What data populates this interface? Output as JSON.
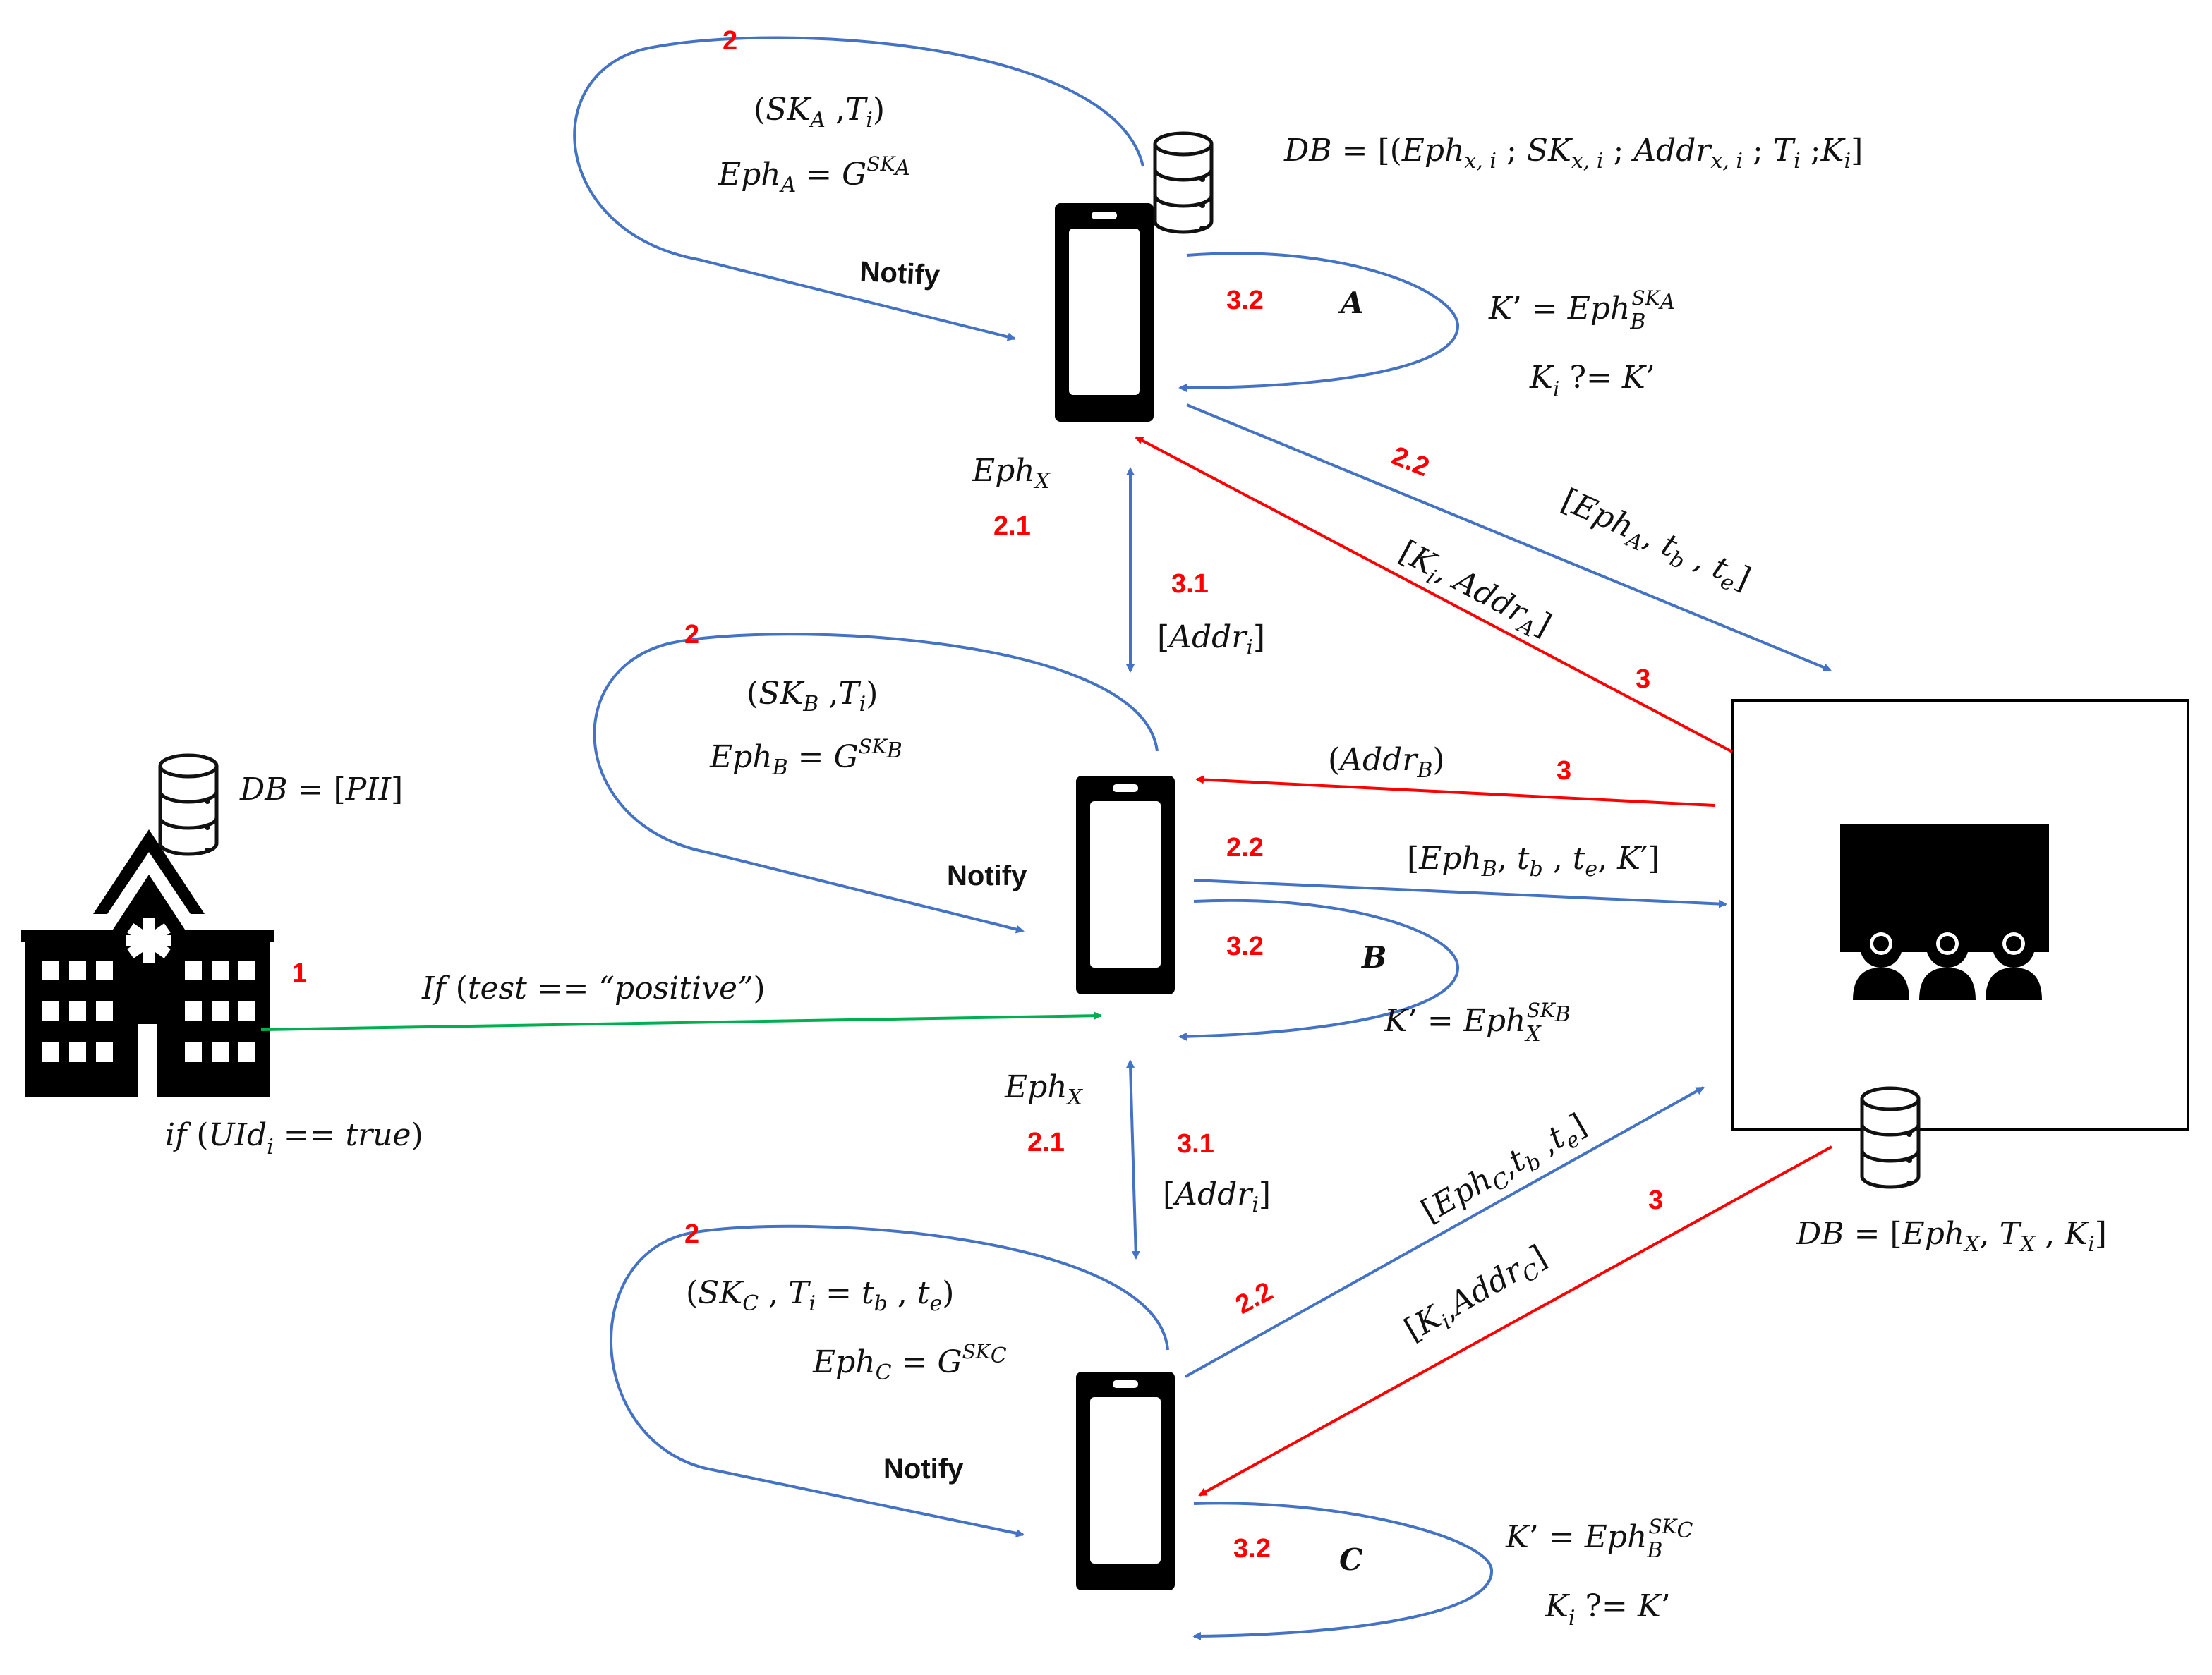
{
  "nodes": {
    "A": "A",
    "B": "B",
    "C": "C"
  },
  "steps": {
    "s1": "1",
    "s2": "2",
    "s21": "2.1",
    "s22": "2.2",
    "s3": "3",
    "s31": "3.1",
    "s32": "3.2"
  },
  "notify": "Notify",
  "icons": {
    "phone": "smartphone-icon",
    "database": "database-icon",
    "hospital": "hospital-icon",
    "venue": "audience-screen-icon"
  },
  "colors": {
    "blue": "#4472c4",
    "red": "#ff0000",
    "green": "#00b050"
  },
  "sym": {
    "Eph": "Eph",
    "SK": "SK",
    "K": "K",
    "Ki": "K",
    "i": "i",
    "X": "X",
    "G": "G",
    "T": "T",
    "Addr": "Addr",
    "DB": "DB",
    "PII": "PII",
    "tb": "t",
    "te": "t",
    "b": "b",
    "e": "e",
    "A": "A",
    "B": "B",
    "C": "C",
    "x": "x",
    "if": "if",
    "If": "If",
    "test": "test",
    "positive": "“positive”",
    "UId": "UId",
    "true": "true"
  }
}
